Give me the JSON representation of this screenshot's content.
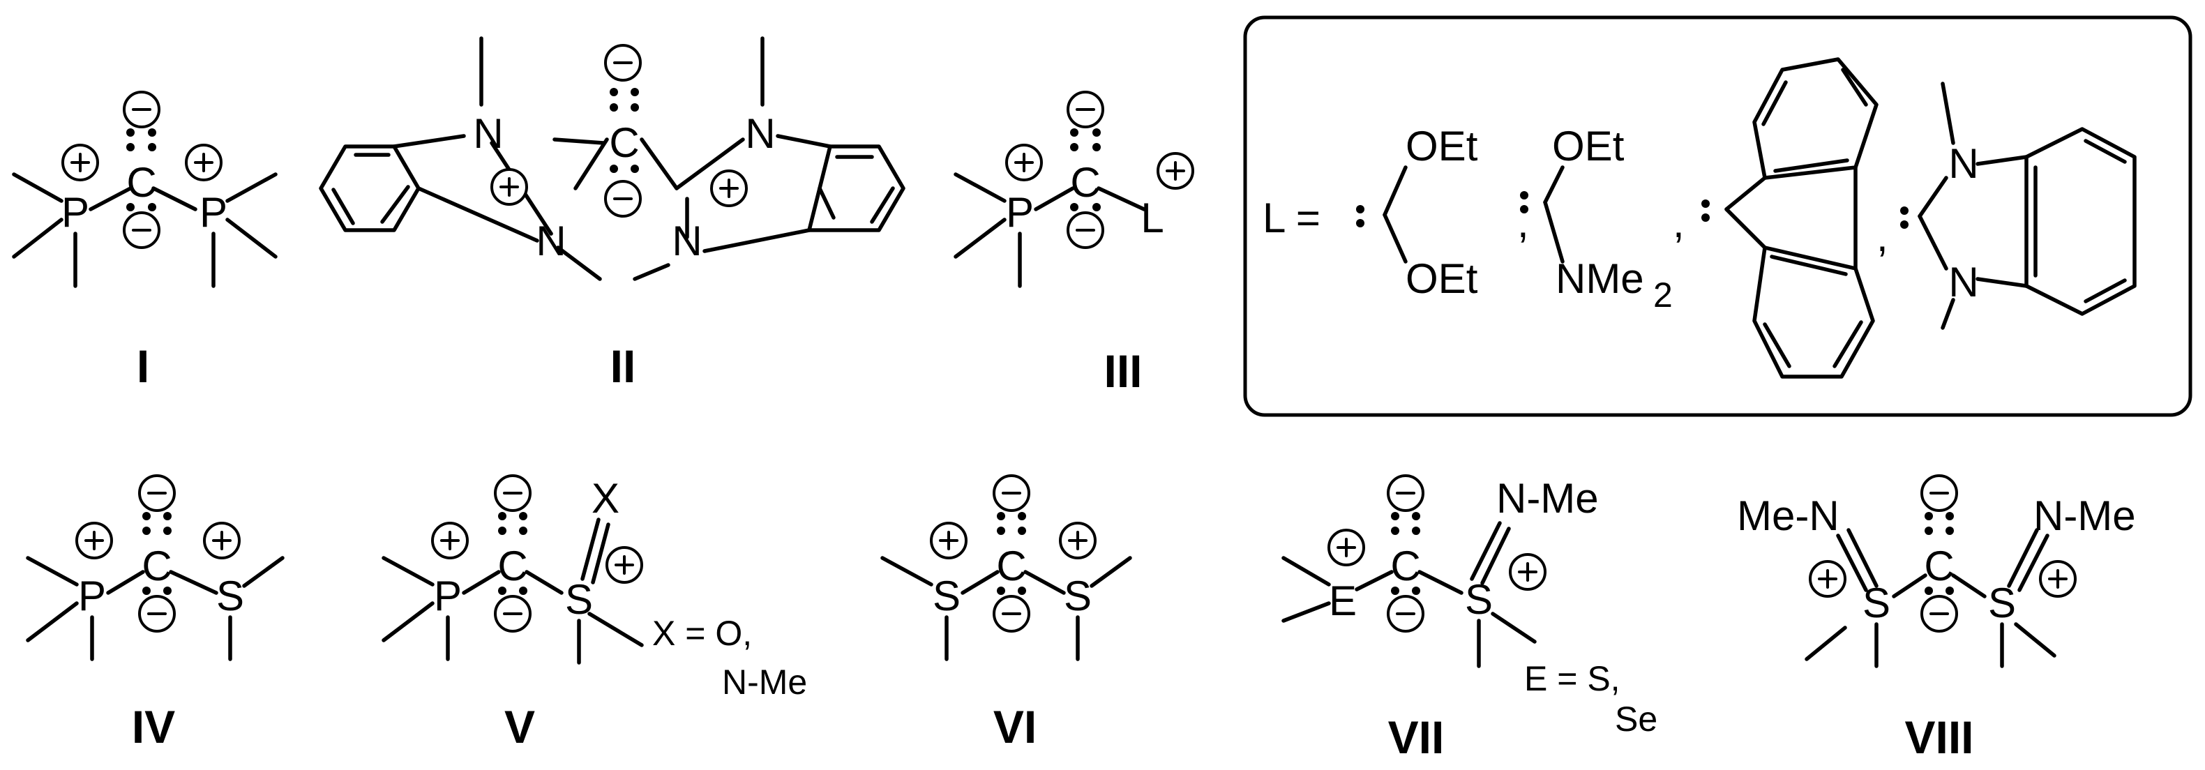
{
  "labels": {
    "I": "I",
    "II": "II",
    "III": "III",
    "IV": "IV",
    "V": "V",
    "VI": "VI",
    "VII": "VII",
    "VIII": "VIII"
  },
  "atoms": {
    "P": "P",
    "C": "C",
    "S": "S",
    "E": "E",
    "N": "N",
    "L": "L",
    "X": "X",
    "NMe": "N-Me",
    "MeN": "Me-N",
    "OEt": "OEt",
    "NMe2": "NMe"
  },
  "box": {
    "L_eq": "L =",
    "comma": ",",
    "subscript_2": "2"
  },
  "notes": {
    "X_def_1": "X = O,",
    "X_def_2": "N-Me",
    "E_def_1": "E = S,",
    "E_def_2": "Se"
  }
}
